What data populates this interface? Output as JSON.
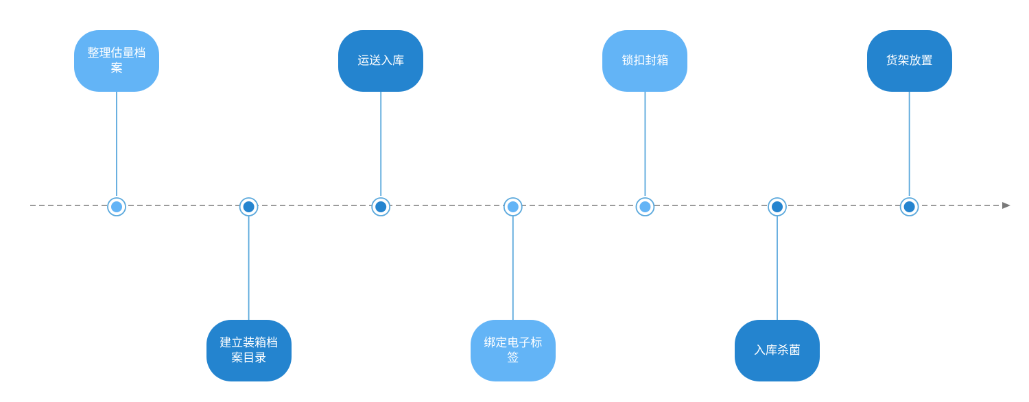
{
  "colors": {
    "dark_blue": "#2484CF",
    "light_blue": "#63B4F6",
    "connector": "#5AA8DC",
    "axis": "#7A7A7A"
  },
  "steps": [
    {
      "label": "整理估量档案",
      "tone": "light",
      "side": "top"
    },
    {
      "label": "建立装箱档案目录",
      "tone": "dark",
      "side": "bottom"
    },
    {
      "label": "运送入库",
      "tone": "dark",
      "side": "top"
    },
    {
      "label": "绑定电子标签",
      "tone": "light",
      "side": "bottom"
    },
    {
      "label": "锁扣封箱",
      "tone": "light",
      "side": "top"
    },
    {
      "label": "入库杀菌",
      "tone": "dark",
      "side": "bottom"
    },
    {
      "label": "货架放置",
      "tone": "dark",
      "side": "top"
    }
  ]
}
